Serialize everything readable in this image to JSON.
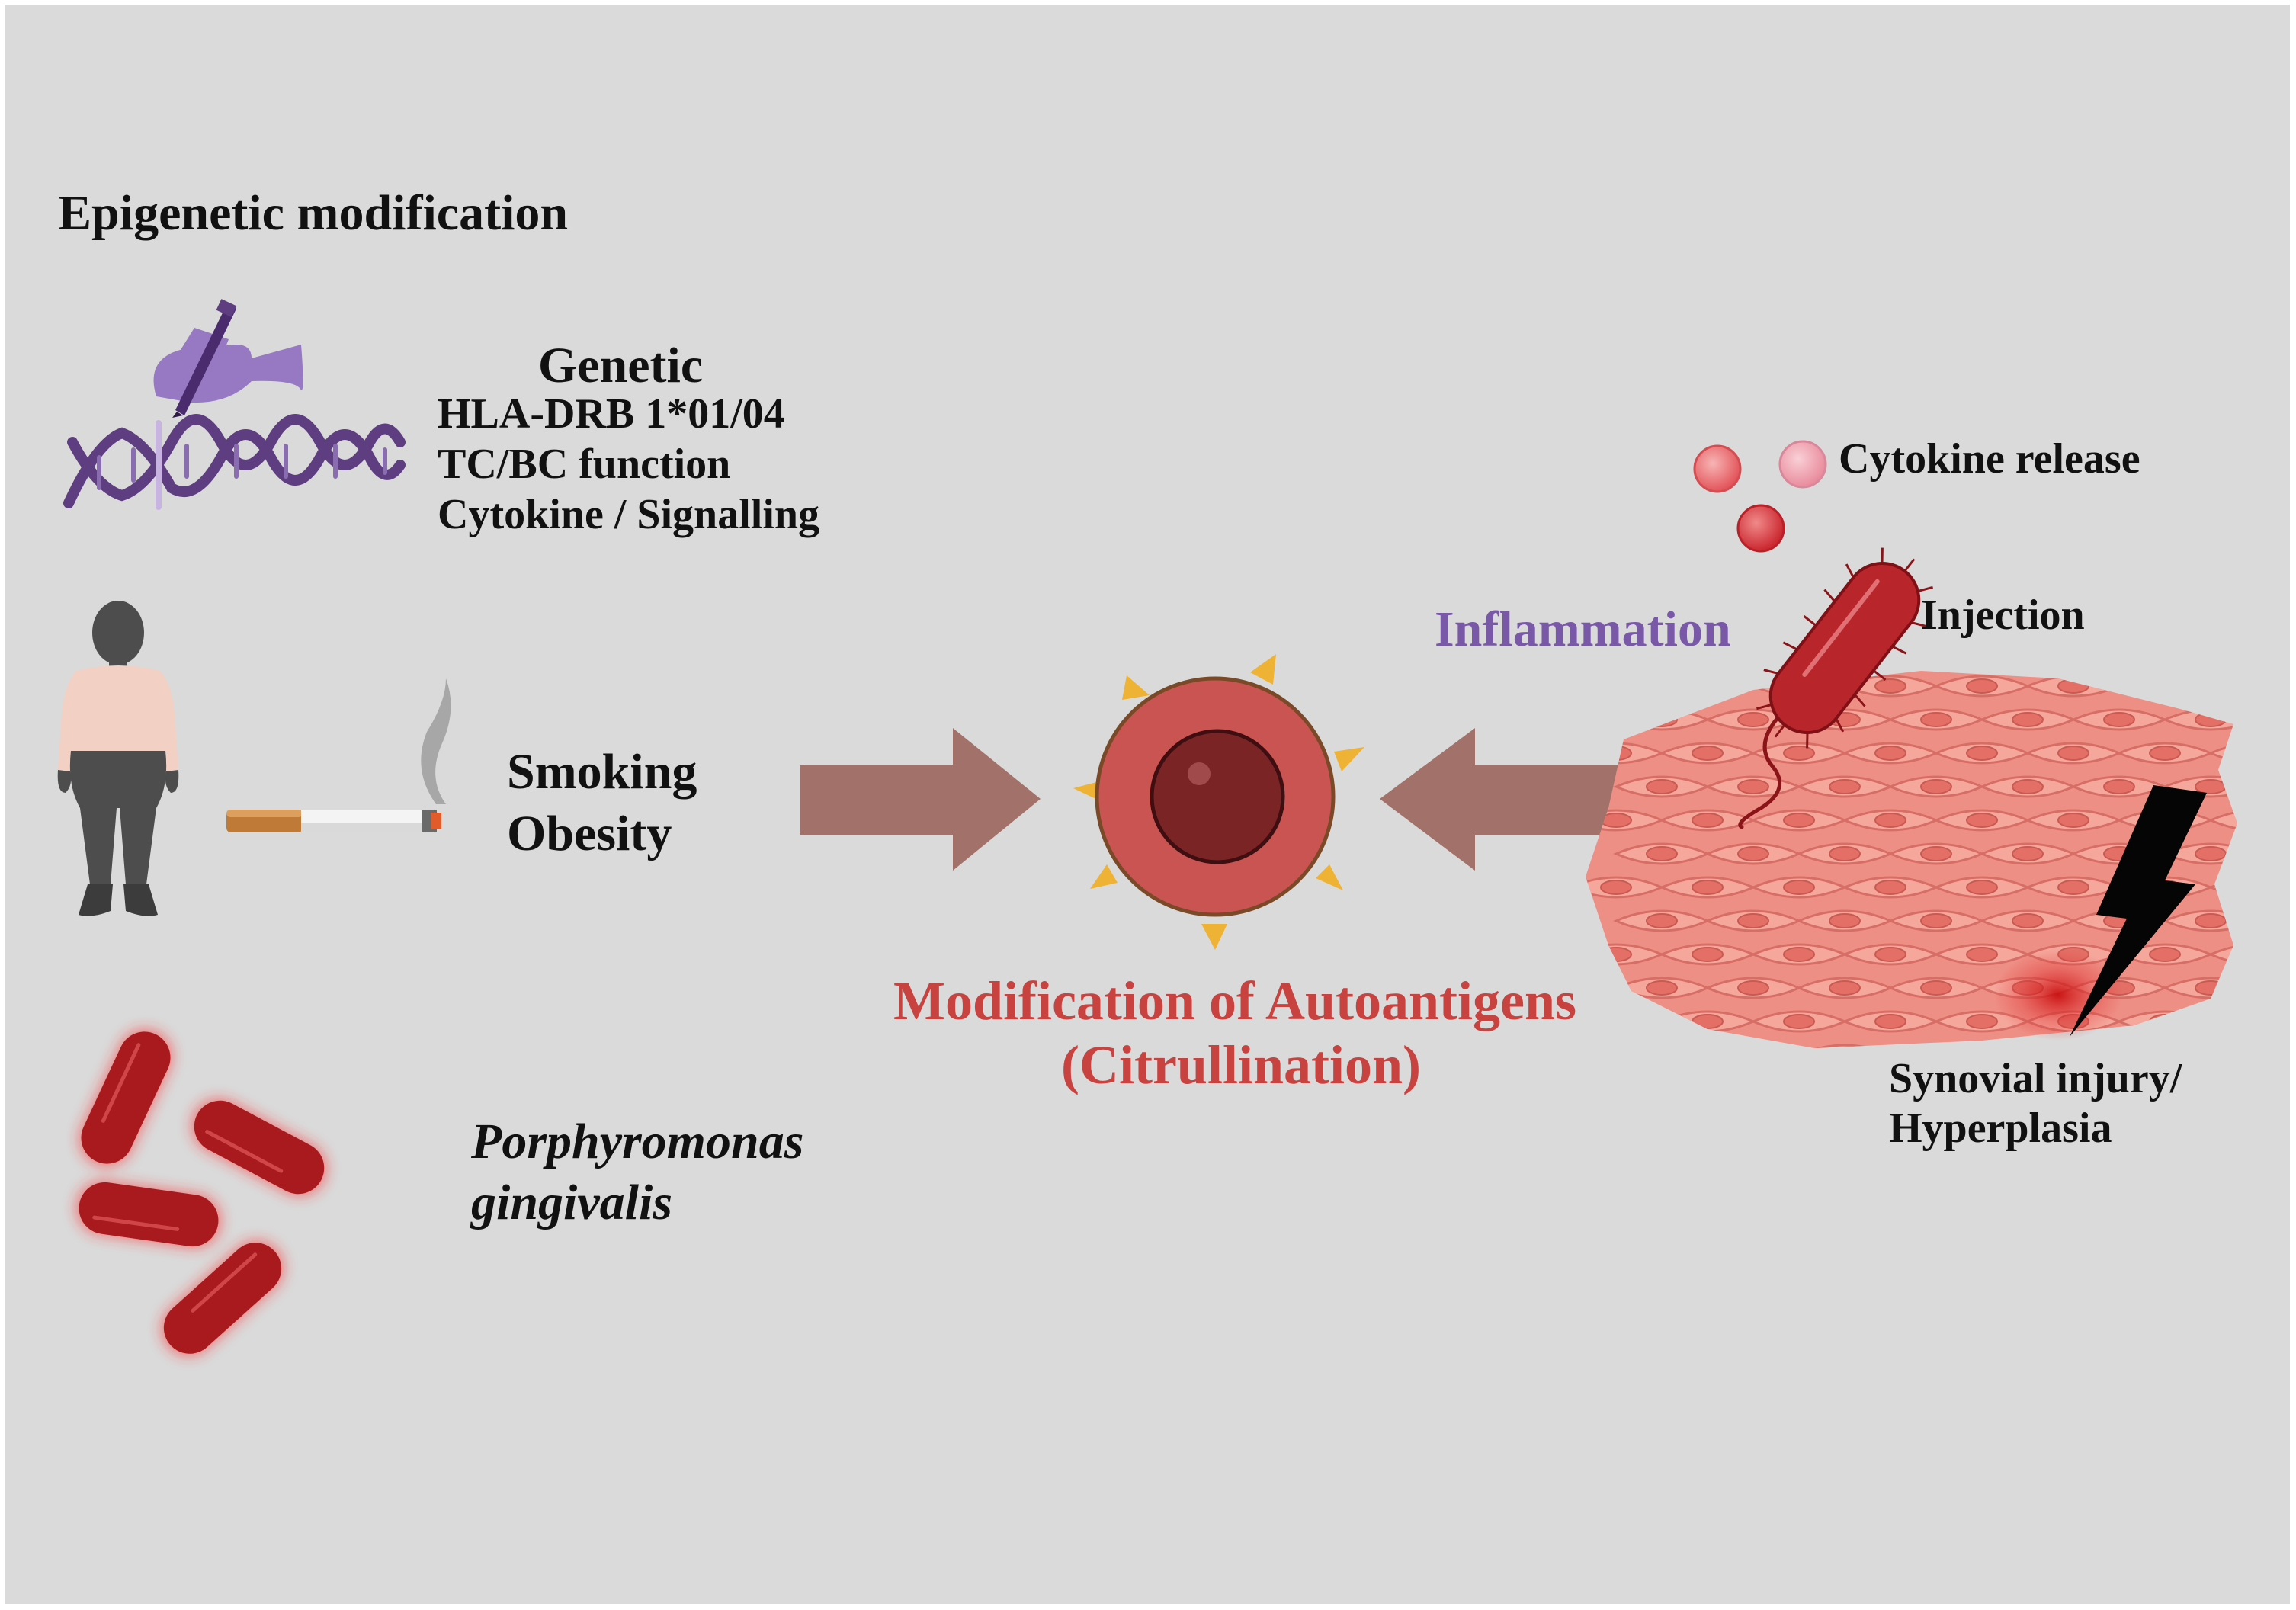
{
  "heading": "Epigenetic modification",
  "genetic": {
    "title": "Genetic",
    "items": [
      "HLA-DRB 1*01/04",
      "TC/BC function",
      "Cytokine / Signalling"
    ]
  },
  "lifestyle": {
    "line1": "Smoking",
    "line2": "Obesity"
  },
  "bacteria": {
    "line1": "Porphyromonas",
    "line2": "gingivalis"
  },
  "center": {
    "line1": "Modification of Autoantigens",
    "line2": "(Citrullination)"
  },
  "inflammation": "Inflammation",
  "cytokine_release": "Cytokine release",
  "injection": "Injection",
  "synovial": {
    "line1": "Synovial injury/",
    "line2": "Hyperplasia"
  },
  "colors": {
    "background": "#dadada",
    "heading_text": "#111111",
    "center_text": "#c8423f",
    "inflammation_text": "#7a58a8",
    "arrow": "#a2726a",
    "cell_body": "#c95452",
    "cell_nucleus": "#7a2426",
    "spikes": "#eeb234",
    "bacteria": "#a81a1d",
    "tissue": "#ee8f85",
    "dna": "#5e3d80",
    "hand": "#9679c2"
  },
  "icons": [
    "dna-icon",
    "hand-pen-icon",
    "person-icon",
    "cigarette-icon",
    "bacteria-icon",
    "cell-icon",
    "synovial-tissue-icon",
    "lightning-icon",
    "cytokine-icon"
  ]
}
